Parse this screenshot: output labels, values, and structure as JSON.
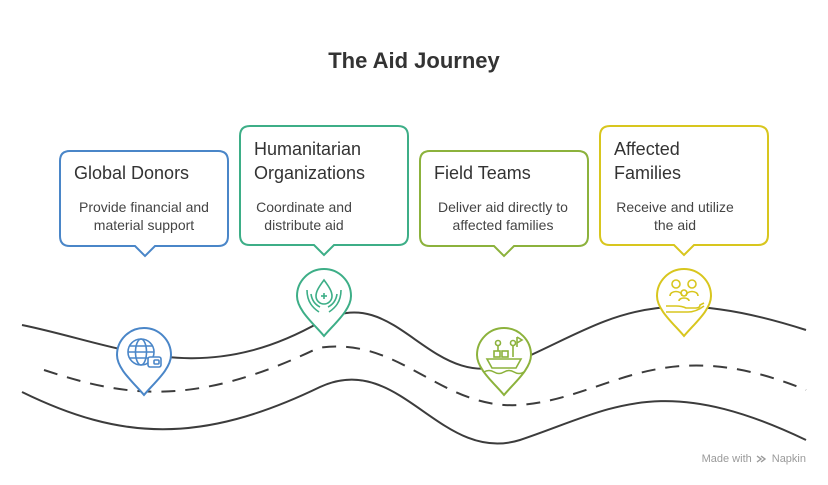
{
  "title": "The Aid Journey",
  "stages": [
    {
      "title_lines": [
        "Global Donors"
      ],
      "desc_lines": [
        "Provide financial and",
        "material support"
      ],
      "color": "#4a86c8",
      "icon": "globe-wallet-icon"
    },
    {
      "title_lines": [
        "Humanitarian",
        "Organizations"
      ],
      "desc_lines": [
        "Coordinate and",
        "distribute aid"
      ],
      "color": "#3dae87",
      "icon": "hands-aid-drop-icon"
    },
    {
      "title_lines": [
        "Field Teams"
      ],
      "desc_lines": [
        "Deliver aid directly to",
        "affected families"
      ],
      "color": "#8cb23c",
      "icon": "boat-delivery-icon"
    },
    {
      "title_lines": [
        "Affected",
        "Families"
      ],
      "desc_lines": [
        "Receive and utilize",
        "the aid"
      ],
      "color": "#d8c61e",
      "icon": "family-hand-icon"
    }
  ],
  "branding": {
    "prefix": "Made with",
    "name": "Napkin"
  }
}
